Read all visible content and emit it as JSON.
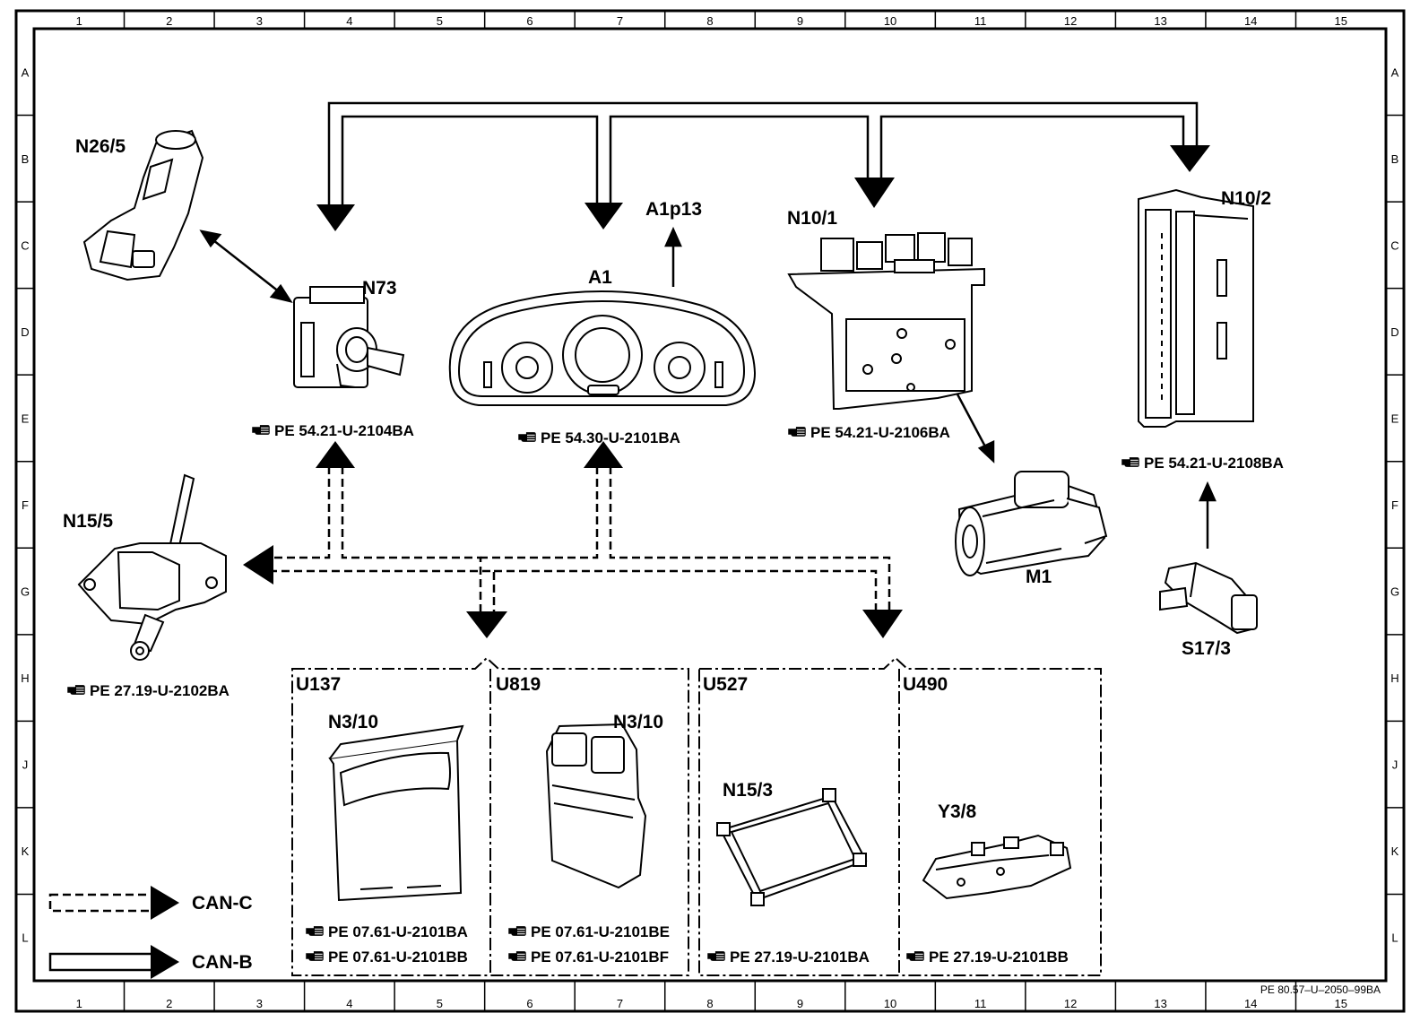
{
  "grid": {
    "columns": [
      "1",
      "2",
      "3",
      "4",
      "5",
      "6",
      "7",
      "8",
      "9",
      "10",
      "11",
      "12",
      "13",
      "14",
      "15"
    ],
    "rows": [
      "A",
      "B",
      "C",
      "D",
      "E",
      "F",
      "G",
      "H",
      "J",
      "K",
      "L"
    ]
  },
  "components": {
    "n26_5": "N26/5",
    "n73": "N73",
    "a1": "A1",
    "a1p13": "A1p13",
    "n10_1": "N10/1",
    "n10_2": "N10/2",
    "n15_5": "N15/5",
    "m1": "M1",
    "s17_3": "S17/3",
    "n3_10_a": "N3/10",
    "n3_10_b": "N3/10",
    "n15_3": "N15/3",
    "y3_8": "Y3/8"
  },
  "groups": {
    "u137": "U137",
    "u819": "U819",
    "u527": "U527",
    "u490": "U490"
  },
  "refs": {
    "n73": "PE  54.21-U-2104BA",
    "a1": "PE  54.30-U-2101BA",
    "n10_1": "PE  54.21-U-2106BA",
    "n10_2": "PE  54.21-U-2108BA",
    "n15_5": "PE  27.19-U-2102BA",
    "u137_1": "PE  07.61-U-2101BA",
    "u137_2": "PE  07.61-U-2101BB",
    "u819_1": "PE  07.61-U-2101BE",
    "u819_2": "PE  07.61-U-2101BF",
    "u527": "PE  27.19-U-2101BA",
    "u490": "PE  27.19-U-2101BB"
  },
  "legend": {
    "can_c": "CAN-C",
    "can_b": "CAN-B"
  },
  "doc_id": "PE 80.57–U–2050–99BA",
  "icons": {
    "ref": "pointing-hand-icon"
  }
}
